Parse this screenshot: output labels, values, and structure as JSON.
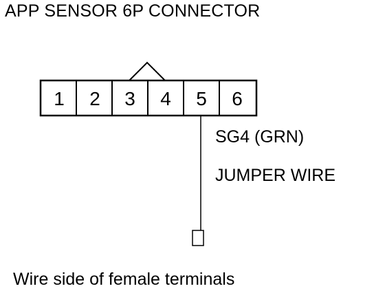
{
  "title": "APP SENSOR 6P CONNECTOR",
  "connector": {
    "pins": [
      "1",
      "2",
      "3",
      "4",
      "5",
      "6"
    ]
  },
  "labels": {
    "sg4": "SG4 (GRN)",
    "jumper": "JUMPER WIRE"
  },
  "caption": "Wire side of female terminals"
}
